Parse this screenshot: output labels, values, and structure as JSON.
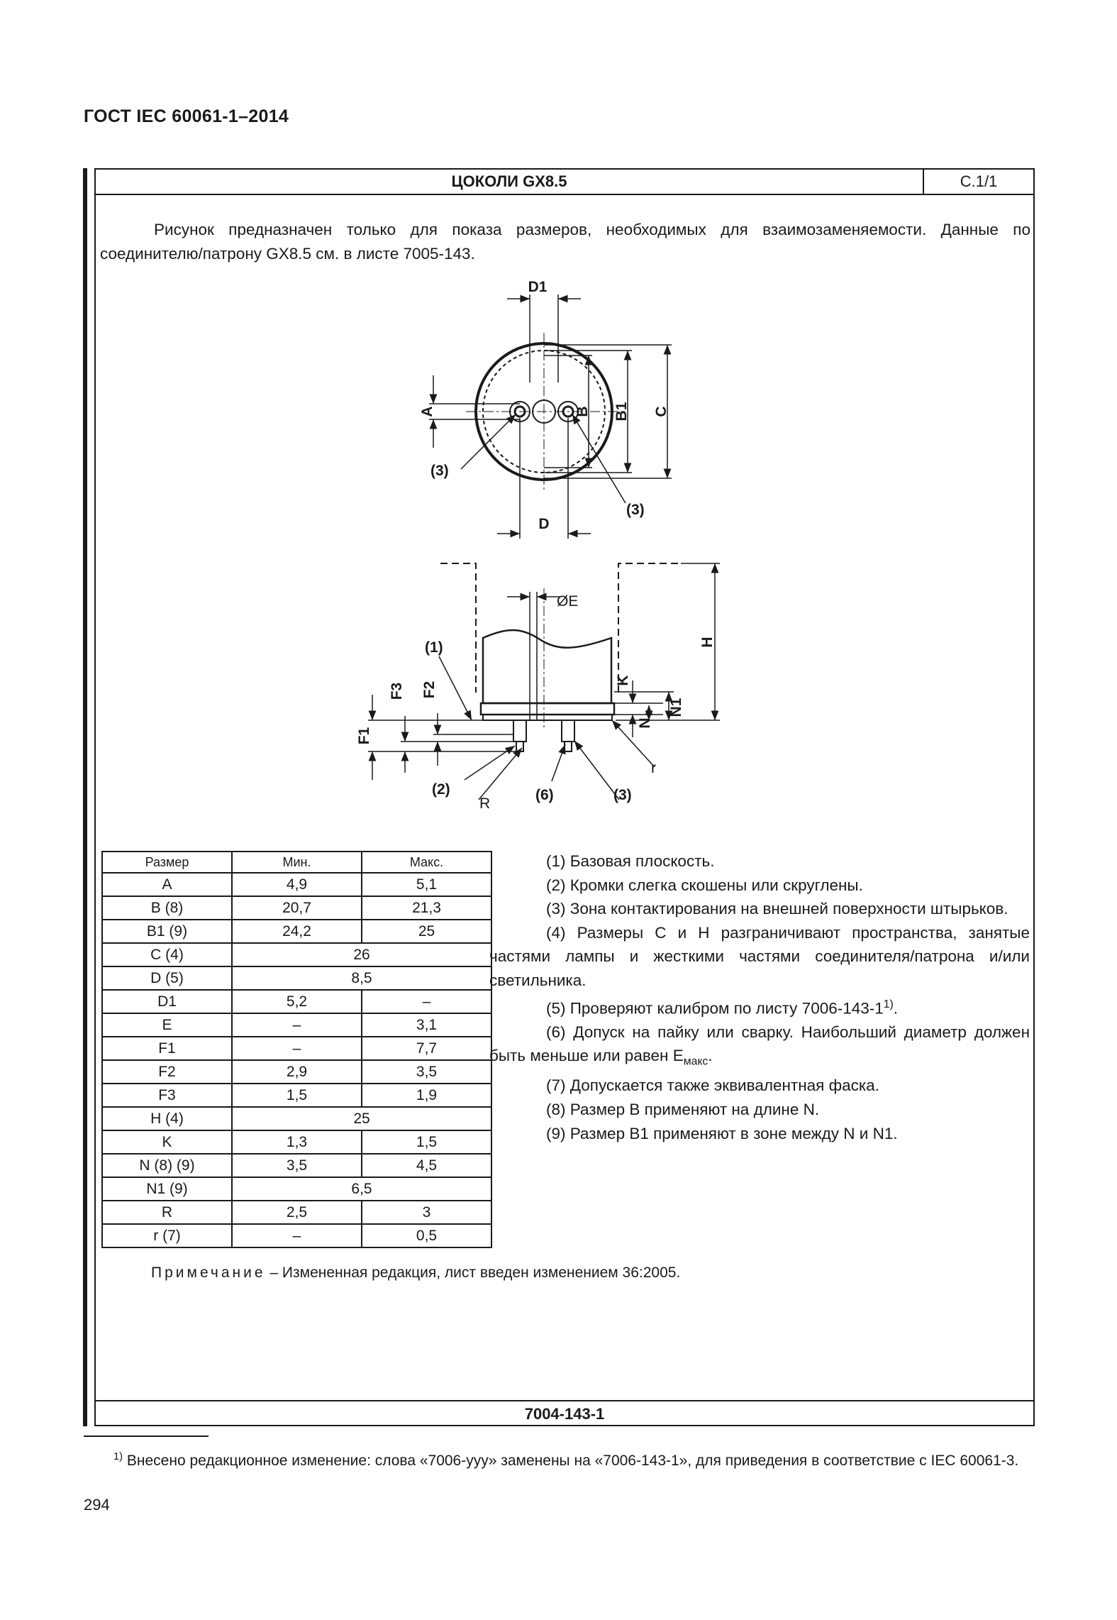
{
  "header": {
    "standard": "ГОСТ IEC 60061-1–2014"
  },
  "sheet": {
    "title": "ЦОКОЛИ GX8.5",
    "number": "С.1/1",
    "intro": "Рисунок предназначен только для показа размеров, необходимых для взаимозаменяемости. Данные по соединителю/патрону GX8.5 см. в листе 7005-143.",
    "code": "7004-143-1"
  },
  "drawing": {
    "labels": {
      "D1": "D1",
      "A": "A",
      "B": "B",
      "B1": "B1",
      "C": "C",
      "D": "D",
      "E": "ØE",
      "H": "H",
      "K": "K",
      "N": "N",
      "N1": "N1",
      "F1": "F1",
      "F2": "F2",
      "F3": "F3",
      "R": "R",
      "r": "r",
      "n1": "(1)",
      "n2": "(2)",
      "n3a": "(3)",
      "n3b": "(3)",
      "n3c": "(3)",
      "n6": "(6)"
    }
  },
  "table": {
    "headers": [
      "Размер",
      "Мин.",
      "Макс."
    ],
    "rows": [
      {
        "name": "A",
        "min": "4,9",
        "max": "5,1"
      },
      {
        "name": "B (8)",
        "min": "20,7",
        "max": "21,3"
      },
      {
        "name": "B1 (9)",
        "min": "24,2",
        "max": "25"
      },
      {
        "name": "C (4)",
        "span": "26"
      },
      {
        "name": "D (5)",
        "span": "8,5"
      },
      {
        "name": "D1",
        "min": "5,2",
        "max": "–"
      },
      {
        "name": "E",
        "min": "–",
        "max": "3,1"
      },
      {
        "name": "F1",
        "min": "–",
        "max": "7,7"
      },
      {
        "name": "F2",
        "min": "2,9",
        "max": "3,5"
      },
      {
        "name": "F3",
        "min": "1,5",
        "max": "1,9"
      },
      {
        "name": "H (4)",
        "span": "25"
      },
      {
        "name": "K",
        "min": "1,3",
        "max": "1,5"
      },
      {
        "name": "N (8) (9)",
        "min": "3,5",
        "max": "4,5"
      },
      {
        "name": "N1 (9)",
        "span": "6,5"
      },
      {
        "name": "R",
        "min": "2,5",
        "max": "3"
      },
      {
        "name": "r (7)",
        "min": "–",
        "max": "0,5"
      }
    ]
  },
  "notes": {
    "n1": "(1) Базовая плоскость.",
    "n2": "(2) Кромки слегка скошены или скруглены.",
    "n3": "(3) Зона контактирования на внешней поверхности штырьков.",
    "n4": "(4) Размеры C и H разграничивают пространства, занятые частями лампы и жесткими частями соединителя/патрона и/или светильника.",
    "n5": "(5) Проверяют калибром по листу 7006-143-1",
    "n5_sup": "1)",
    "n5_end": ".",
    "n6": "(6) Допуск на пайку или сварку. Наибольший диаметр должен быть меньше или равен E",
    "n6_sub": "макс",
    "n6_end": ".",
    "n7": "(7) Допускается также эквивалентная фаска.",
    "n8": "(8) Размер B применяют на длине N.",
    "n9": "(9) Размер B1 применяют в зоне между N и N1."
  },
  "remark": {
    "label": "Примечание",
    "text": " – Измененная редакция, лист введен изменением 36:2005."
  },
  "footnote": {
    "mark": "1)",
    "text": " Внесено редакционное изменение: слова «7006-yyy» заменены на «7006-143-1», для приведения в соответствие с IEC 60061-3."
  },
  "page": {
    "number": "294"
  }
}
